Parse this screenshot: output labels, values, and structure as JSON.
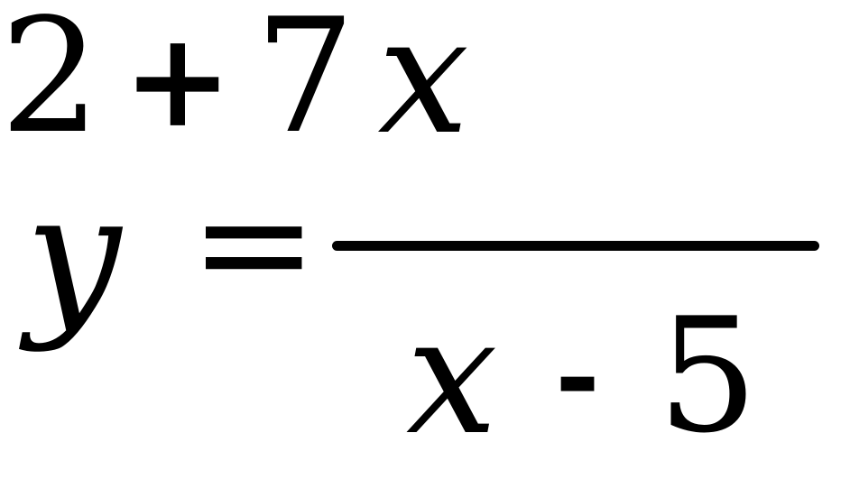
{
  "equation": {
    "lhs": "y",
    "equals": "=",
    "numerator": {
      "term_1": "2",
      "operator": "+",
      "coefficient": "7",
      "variable": "x"
    },
    "denominator": {
      "variable": "x",
      "operator": "-",
      "constant": "5"
    }
  }
}
